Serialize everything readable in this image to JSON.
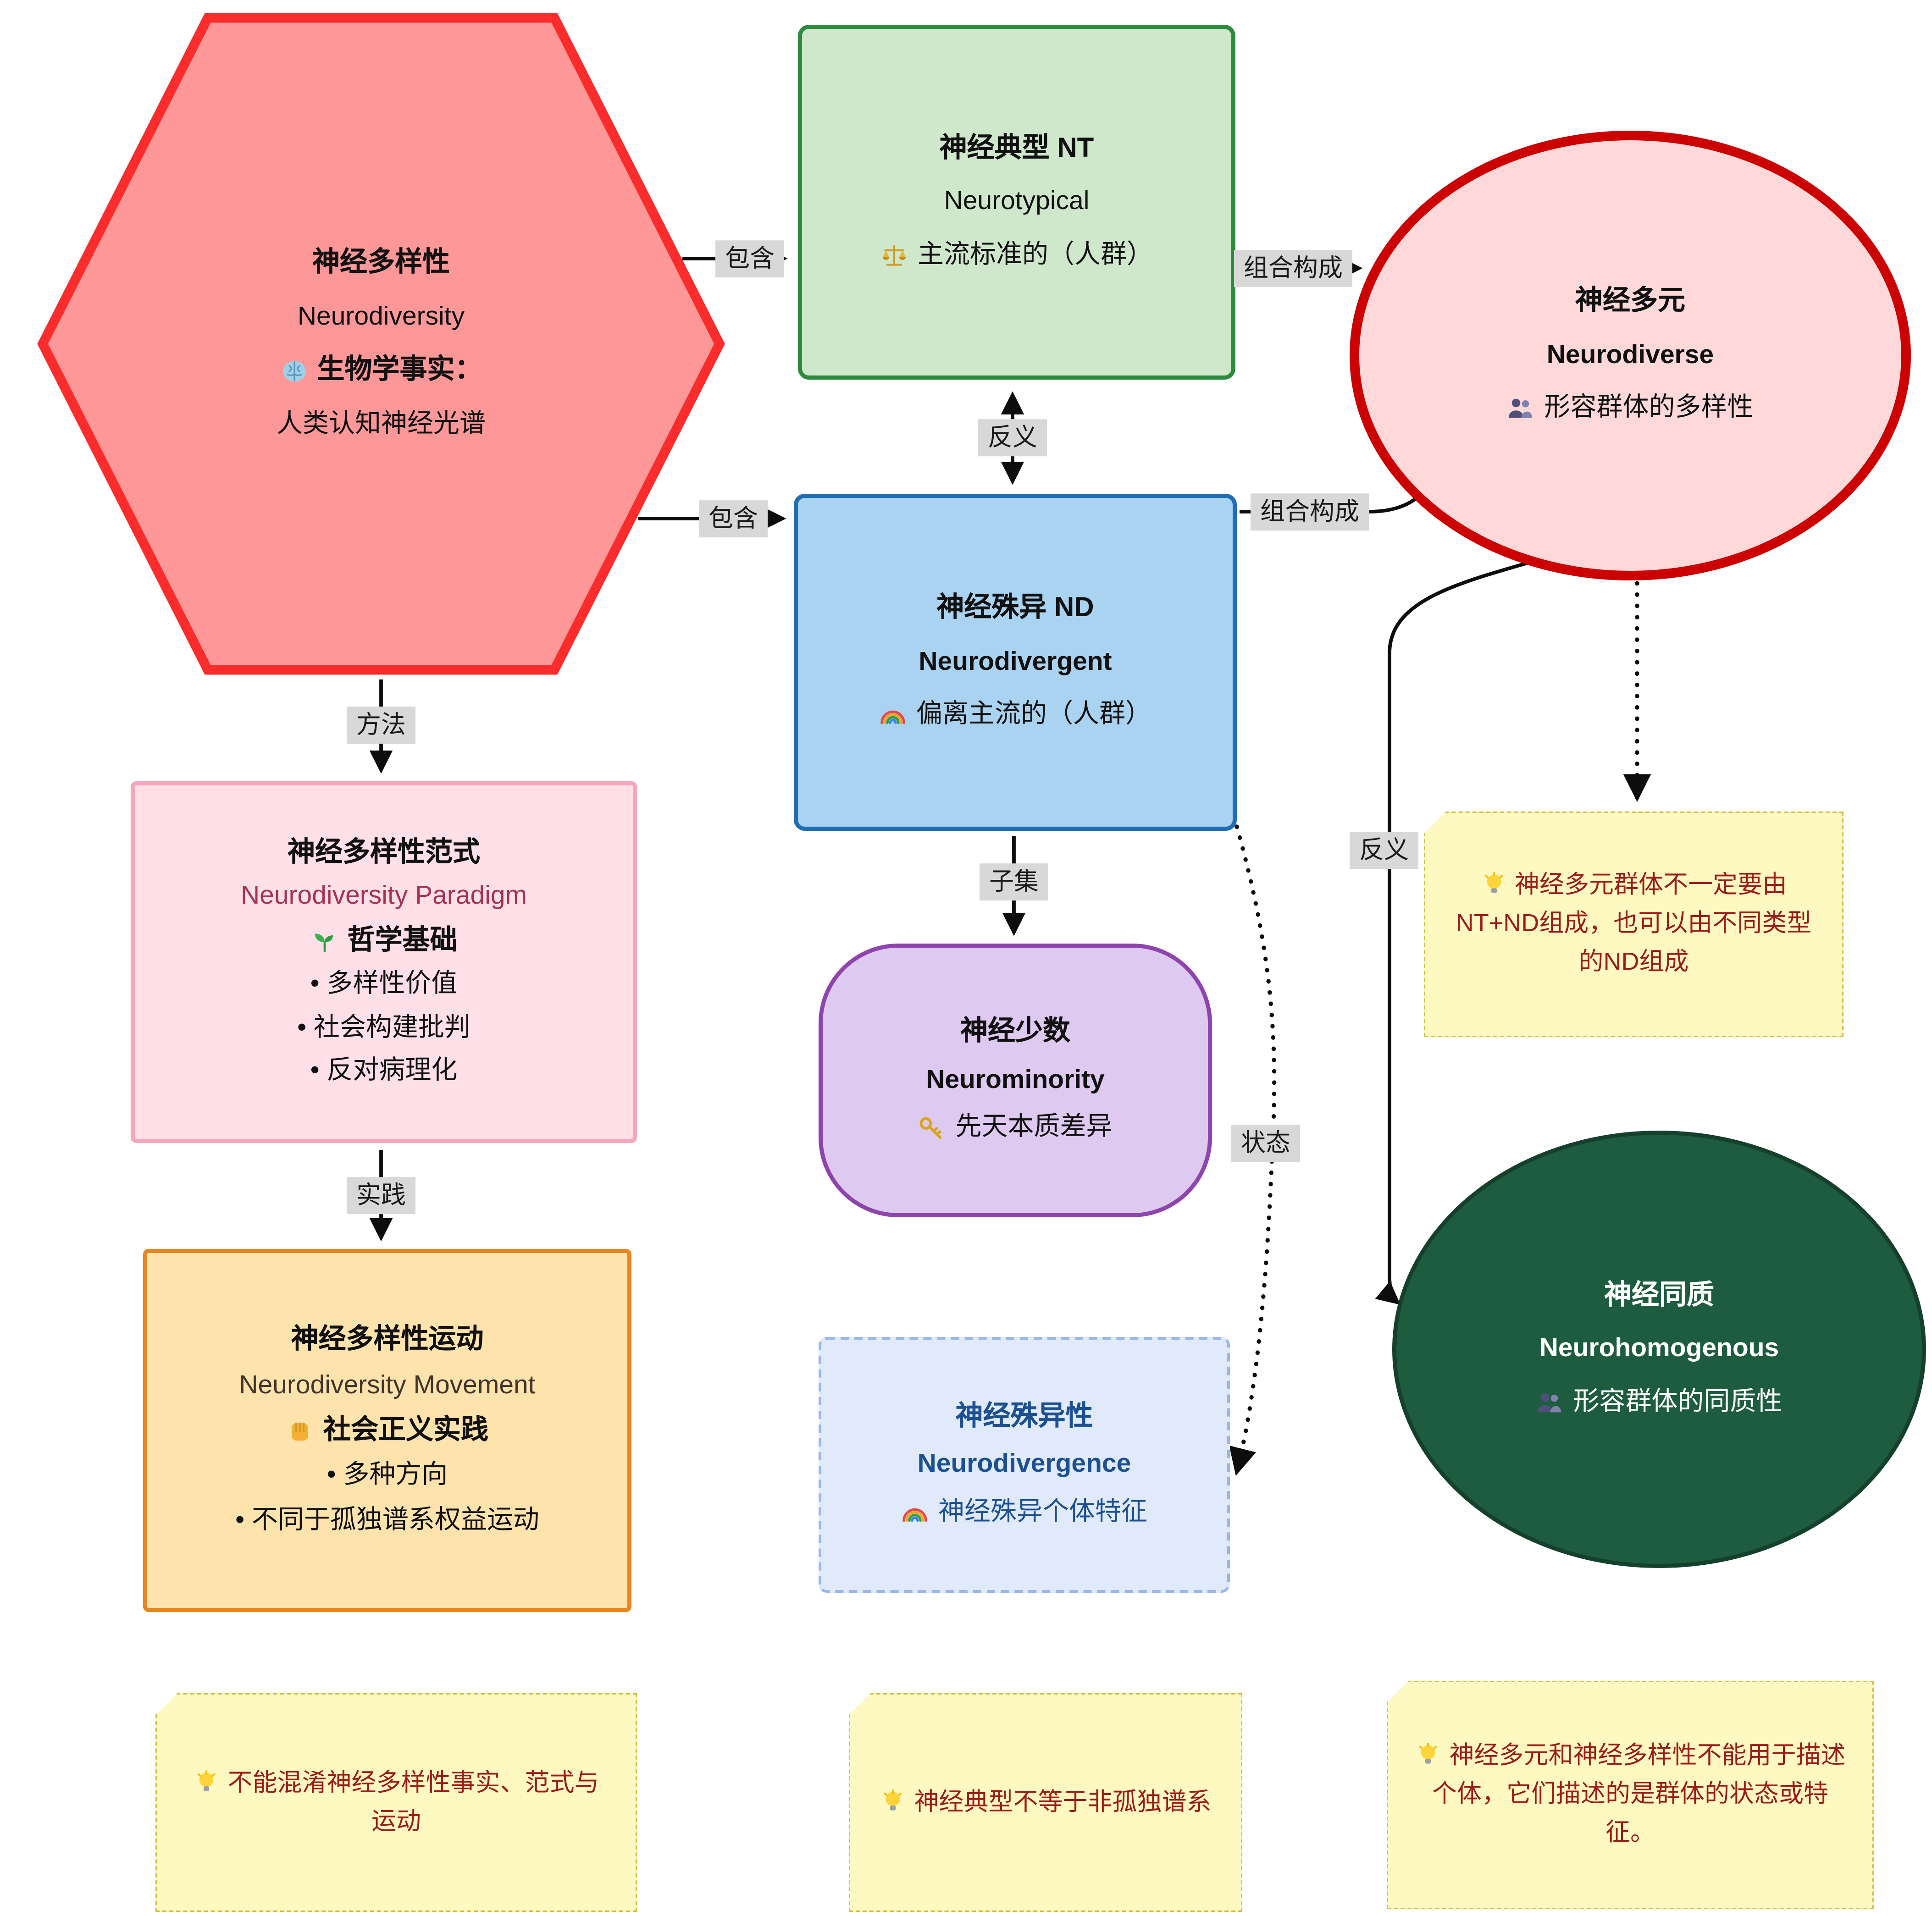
{
  "diagram_title": "Neurodiversity concept map",
  "nodes": {
    "neurodiversity": {
      "shape": "hexagon",
      "title": "神经多样性",
      "en": "Neurodiversity",
      "icon": "brain-icon",
      "fact_label": "生物学事实：",
      "desc": "人类认知神经光谱",
      "fill": "#fe9898",
      "stroke": "#fb2c2c"
    },
    "neurotypical": {
      "shape": "rect",
      "title": "神经典型 NT",
      "en": "Neurotypical",
      "icon": "scales-icon",
      "desc": "主流标准的（人群）",
      "fill": "#cfe8cc",
      "stroke": "#2d8a3e"
    },
    "neurodiverse": {
      "shape": "ellipse",
      "title": "神经多元",
      "en": "Neurodiverse",
      "icon": "people-icon",
      "desc": "形容群体的多样性",
      "fill": "#ffd9d9",
      "stroke": "#cc0202"
    },
    "neurodivergent": {
      "shape": "rect",
      "title": "神经殊异 ND",
      "en": "Neurodivergent",
      "icon": "rainbow-icon",
      "desc": "偏离主流的（人群）",
      "fill": "#aad3f2",
      "stroke": "#1f6eb5"
    },
    "paradigm": {
      "shape": "rect",
      "title": "神经多样性范式",
      "en": "Neurodiversity Paradigm",
      "icon": "seedling-icon",
      "subtitle": "哲学基础",
      "bullets": [
        "• 多样性价值",
        "• 社会构建批判",
        "• 反对病理化"
      ],
      "fill": "#ffdfe8",
      "stroke": "#f4a7bb"
    },
    "movement": {
      "shape": "rect",
      "title": "神经多样性运动",
      "en": "Neurodiversity Movement",
      "icon": "fist-icon",
      "subtitle": "社会正义实践",
      "bullets": [
        "• 多种方向",
        "• 不同于孤独谱系权益运动"
      ],
      "fill": "#ffe3ad",
      "stroke": "#e8861f"
    },
    "neurominority": {
      "shape": "rounded",
      "title": "神经少数",
      "en": "Neurominority",
      "icon": "key-icon",
      "desc": "先天本质差异",
      "fill": "#dec9f0",
      "stroke": "#8e44ad"
    },
    "neurodivergence": {
      "shape": "dashed-rect",
      "title": "神经殊异性",
      "en": "Neurodivergence",
      "icon": "rainbow-icon",
      "desc": "神经殊异个体特征",
      "fill": "#e0eafb",
      "stroke": "#9ab7e8",
      "text_color": "#1c5091"
    },
    "neurohomogenous": {
      "shape": "ellipse",
      "title": "神经同质",
      "en": "Neurohomogenous",
      "icon": "people-icon",
      "desc": "形容群体的同质性",
      "fill": "#1d5c3f",
      "stroke": "#14402c",
      "text_color": "#ffffff"
    }
  },
  "edges": {
    "contain1": "包含",
    "contain2": "包含",
    "compose1": "组合构成",
    "compose2": "组合构成",
    "antonym1": "反义",
    "antonym2": "反义",
    "method": "方法",
    "practice": "实践",
    "subset": "子集",
    "state": "状态"
  },
  "notes": {
    "right": "神经多元群体不一定要由NT+ND组成，也可以由不同类型的ND组成",
    "bottom_left": "不能混淆神经多样性事实、范式与运动",
    "bottom_center": "神经典型不等于非孤独谱系",
    "bottom_right": "神经多元和神经多样性不能用于描述个体，它们描述的是群体的状态或特征。"
  },
  "note_icon": "bulb-icon",
  "colors": {
    "edge": "#0d0d0d",
    "label_bg": "#d8d8d8",
    "note_bg": "#fdf9c0",
    "note_border": "#cdbf4b",
    "note_text": "#9b1b1b",
    "paradigm_en_text": "#a43256"
  }
}
